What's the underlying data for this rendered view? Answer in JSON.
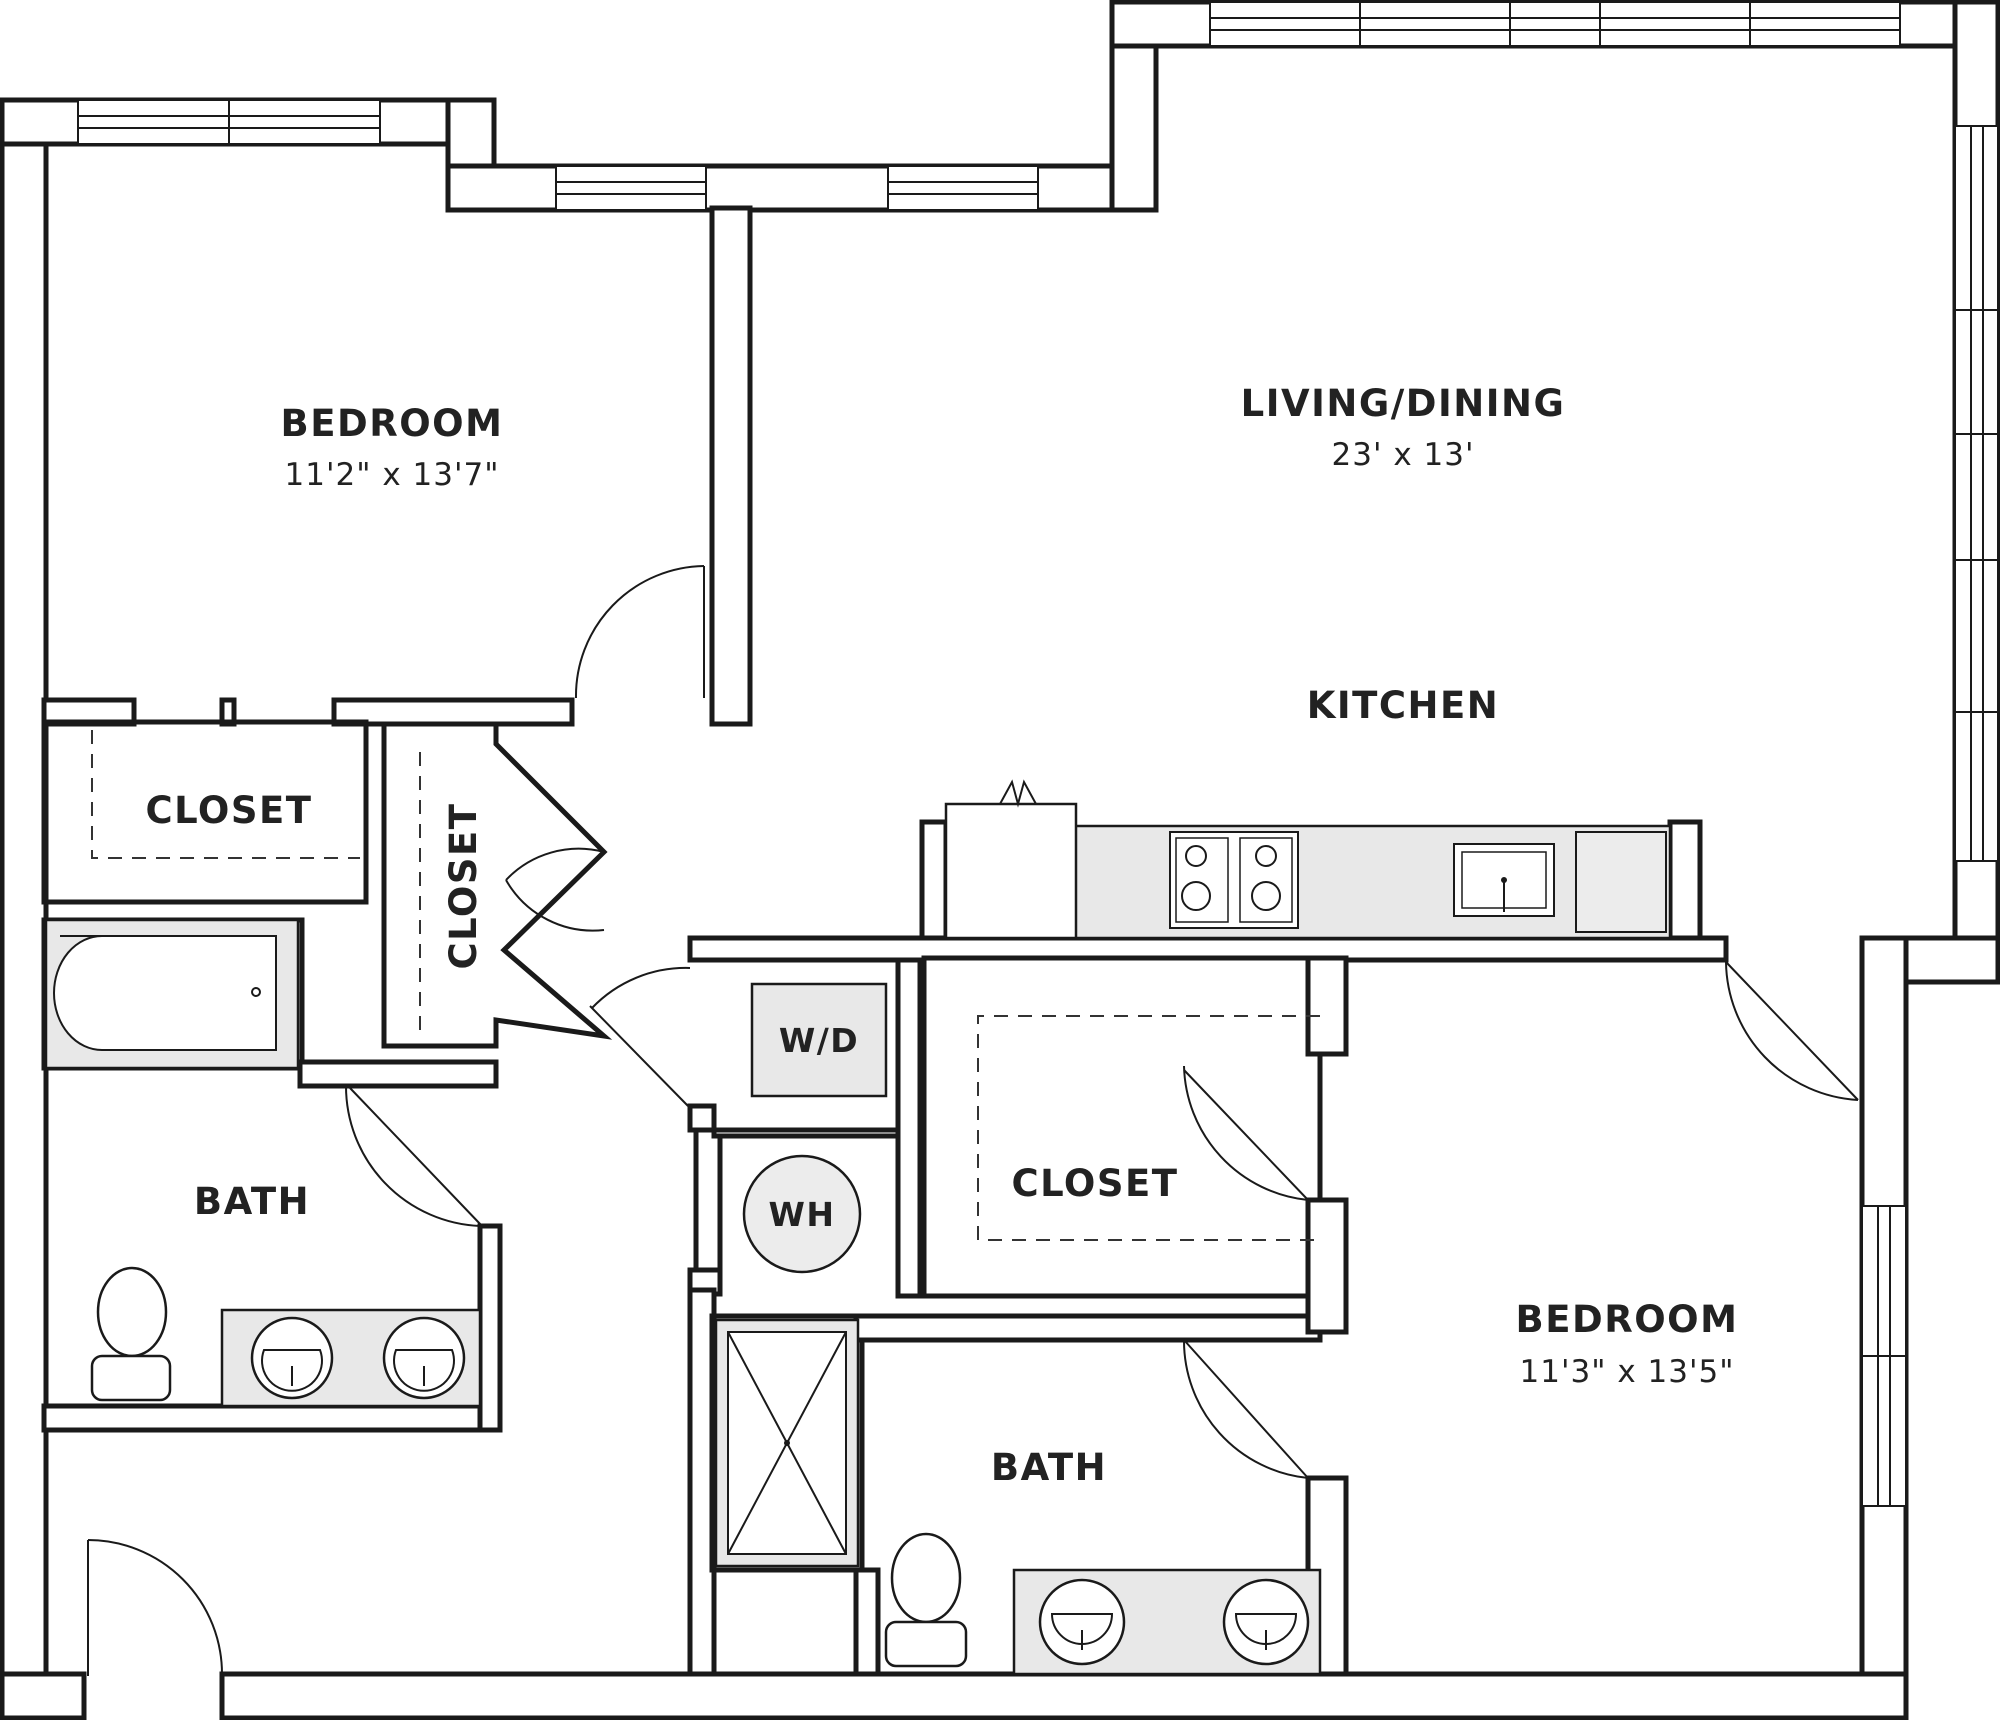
{
  "rooms": {
    "bedroom_1": {
      "name": "BEDROOM",
      "dims": "11'2\" x 13'7\""
    },
    "living": {
      "name": "LIVING/DINING",
      "dims": "23' x 13'"
    },
    "kitchen": {
      "name": "KITCHEN"
    },
    "closet_1": {
      "name": "CLOSET"
    },
    "closet_2": {
      "name": "CLOSET"
    },
    "closet_3": {
      "name": "CLOSET"
    },
    "bath_1": {
      "name": "BATH"
    },
    "bath_2": {
      "name": "BATH"
    },
    "laundry": {
      "name": "W/D"
    },
    "water_heater": {
      "name": "WH"
    },
    "bedroom_2": {
      "name": "BEDROOM",
      "dims": "11'3\" x 13'5\""
    }
  },
  "colors": {
    "wall": "#1a1a1a",
    "fixture": "#e8e8e8",
    "background": "#ffffff"
  }
}
